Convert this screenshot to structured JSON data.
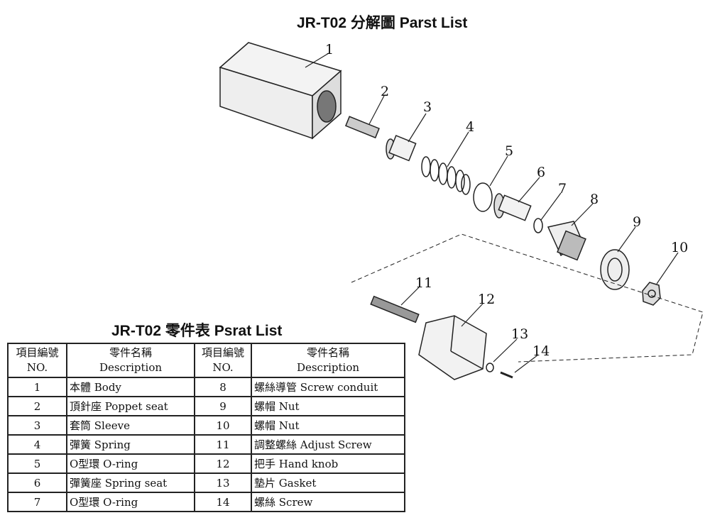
{
  "diagram_title": "JR-T02 分解圖 Parst List",
  "table_title": "JR-T02 零件表 Psrat List",
  "headers": {
    "no_zh": "項目編號",
    "no_en": "NO.",
    "desc_zh": "零件名稱",
    "desc_en": "Description"
  },
  "callouts": [
    "1",
    "2",
    "3",
    "4",
    "5",
    "6",
    "7",
    "8",
    "9",
    "10",
    "11",
    "12",
    "13",
    "14"
  ],
  "parts": [
    {
      "no": "1",
      "desc": "本體 Body"
    },
    {
      "no": "2",
      "desc": "頂針座 Poppet seat"
    },
    {
      "no": "3",
      "desc": "套筒 Sleeve"
    },
    {
      "no": "4",
      "desc": "彈簧 Spring"
    },
    {
      "no": "5",
      "desc": "O型環 O-ring"
    },
    {
      "no": "6",
      "desc": "彈簧座 Spring seat"
    },
    {
      "no": "7",
      "desc": "O型環 O-ring"
    },
    {
      "no": "8",
      "desc": "螺絲導管 Screw conduit"
    },
    {
      "no": "9",
      "desc": "螺帽 Nut"
    },
    {
      "no": "10",
      "desc": "螺帽 Nut"
    },
    {
      "no": "11",
      "desc": "調整螺絲 Adjust Screw"
    },
    {
      "no": "12",
      "desc": "把手 Hand knob"
    },
    {
      "no": "13",
      "desc": "墊片 Gasket"
    },
    {
      "no": "14",
      "desc": "螺絲 Screw"
    }
  ]
}
